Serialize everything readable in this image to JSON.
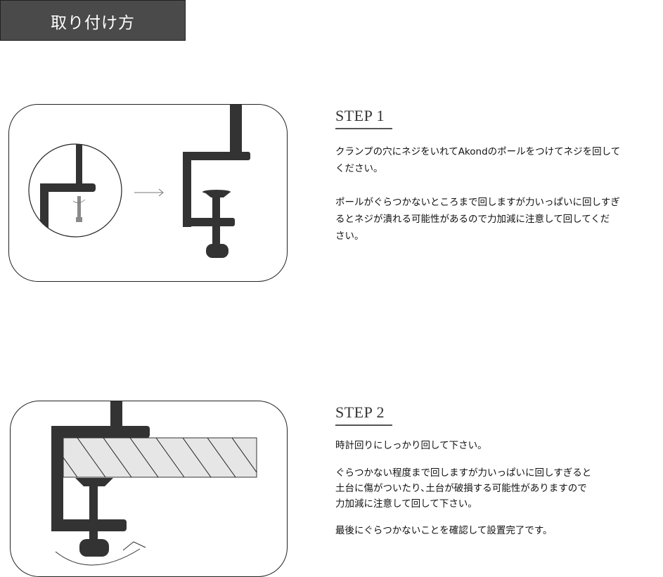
{
  "header": {
    "title": "取り付け方",
    "bg_color": "#4a4a4a"
  },
  "steps": [
    {
      "title": "STEP 1",
      "paragraphs": [
        "クランプの穴にネジをいれてAkondのポールをつけてネジを回して\nください。",
        "ポールがぐらつかないところまで回しますが力いっぱいに回しすぎ\nるとネジが潰れる可能性があるので力加減に注意して回してくだ\nさい。"
      ],
      "illustration": "clamp-detail-to-assembled-clamp"
    },
    {
      "title": "STEP 2",
      "paragraphs": [
        "時計回りにしっかり回して下さい。",
        "ぐらつかない程度まで回しますが力いっぱいに回しすぎると\n土台に傷がついたり､土台が破損する可能性がありますので\n力加減に注意して回して下さい。",
        "最後にぐらつかないことを確認して設置完了です。"
      ],
      "illustration": "clamp-mounted-on-table"
    }
  ],
  "colors": {
    "clamp": "#333333",
    "table_fill": "#e6e6e6",
    "screw_gray": "#888888"
  }
}
